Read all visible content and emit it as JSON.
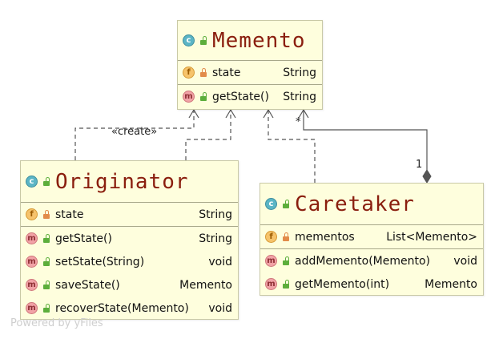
{
  "classes": {
    "memento": {
      "kind_letter": "c",
      "title": "Memento",
      "fields": [
        {
          "kind": "f",
          "visibility": "private",
          "name": "state",
          "type": "String"
        }
      ],
      "methods": [
        {
          "kind": "m",
          "visibility": "public",
          "name": "getState()",
          "type": "String"
        }
      ]
    },
    "originator": {
      "kind_letter": "c",
      "title": "Originator",
      "fields": [
        {
          "kind": "f",
          "visibility": "private",
          "name": "state",
          "type": "String"
        }
      ],
      "methods": [
        {
          "kind": "m",
          "visibility": "public",
          "name": "getState()",
          "type": "String"
        },
        {
          "kind": "m",
          "visibility": "public",
          "name": "setState(String)",
          "type": "void"
        },
        {
          "kind": "m",
          "visibility": "public",
          "name": "saveState()",
          "type": "Memento"
        },
        {
          "kind": "m",
          "visibility": "public",
          "name": "recoverState(Memento)",
          "type": "void"
        }
      ]
    },
    "caretaker": {
      "kind_letter": "c",
      "title": "Caretaker",
      "fields": [
        {
          "kind": "f",
          "visibility": "private",
          "name": "mementos",
          "type": "List<Memento>"
        }
      ],
      "methods": [
        {
          "kind": "m",
          "visibility": "public",
          "name": "addMemento(Memento)",
          "type": "void"
        },
        {
          "kind": "m",
          "visibility": "public",
          "name": "getMemento(int)",
          "type": "Memento"
        }
      ]
    }
  },
  "edges": {
    "create_label": "«create»",
    "multiplicity_many": "*",
    "multiplicity_one": "1"
  },
  "colors": {
    "class_fill": "#fefedd",
    "title_text": "#8a1e0e",
    "edge_line": "#555555"
  },
  "watermark": "Powered by yFiles"
}
